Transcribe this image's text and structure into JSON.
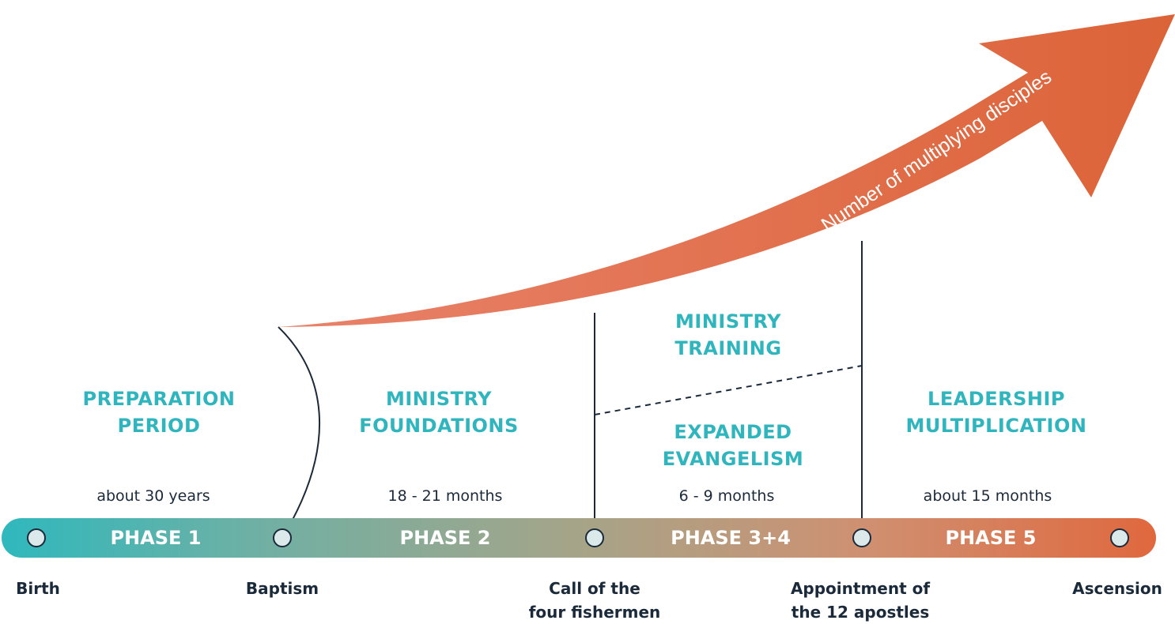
{
  "arrow": {
    "label": "Number of multiplying disciples",
    "color_start": "#e8826a",
    "color_end": "#dc6338"
  },
  "periods": [
    {
      "line1": "PREPARATION",
      "line2": "PERIOD"
    },
    {
      "line1": "MINISTRY",
      "line2": "FOUNDATIONS"
    },
    {
      "line1": "MINISTRY",
      "line2": "TRAINING"
    },
    {
      "line1": "EXPANDED",
      "line2": "EVANGELISM"
    },
    {
      "line1": "LEADERSHIP",
      "line2": "MULTIPLICATION"
    }
  ],
  "durations": [
    "about 30 years",
    "18 - 21 months",
    "6 - 9 months",
    "about 15 months"
  ],
  "phases": [
    "PHASE 1",
    "PHASE 2",
    "PHASE 3+4",
    "PHASE 5"
  ],
  "milestones": [
    {
      "line1": "Birth",
      "line2": ""
    },
    {
      "line1": "Baptism",
      "line2": ""
    },
    {
      "line1": "Call of the",
      "line2": "four fishermen"
    },
    {
      "line1": "Appointment of",
      "line2": "the 12 apostles"
    },
    {
      "line1": "Ascension",
      "line2": ""
    }
  ],
  "colors": {
    "teal": "#2fb5bd",
    "navy": "#1b2a3a",
    "dot_fill": "#dce9eb"
  }
}
